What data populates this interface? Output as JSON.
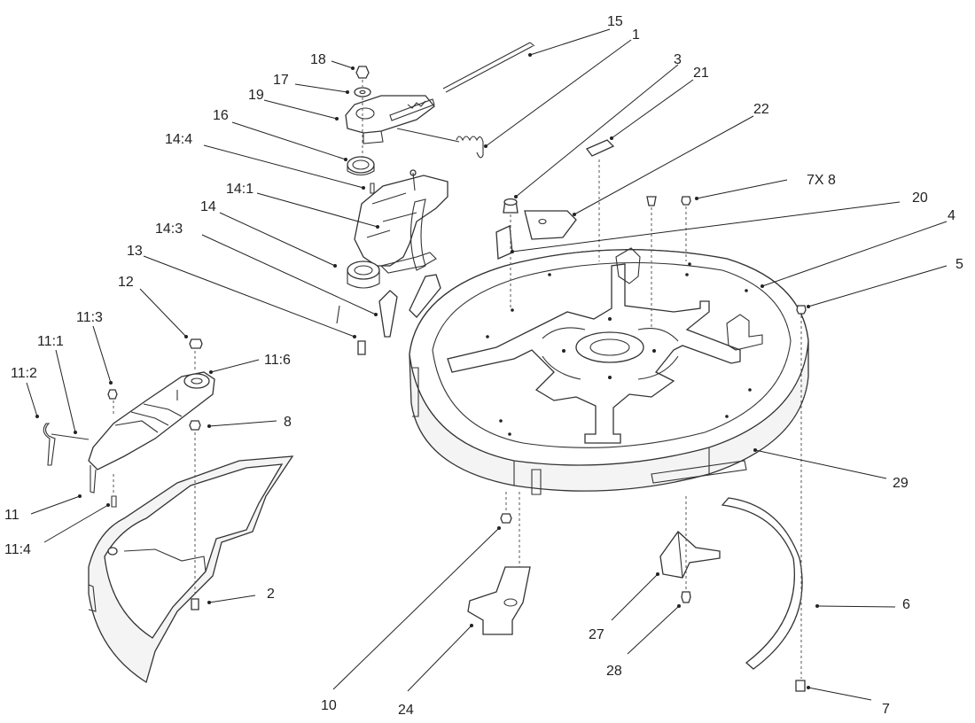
{
  "callouts": {
    "c15": "15",
    "c1": "1",
    "c3": "3",
    "c21": "21",
    "c22": "22",
    "c18": "18",
    "c17": "17",
    "c19": "19",
    "c16": "16",
    "c14_4": "14:4",
    "c14_1": "14:1",
    "c14": "14",
    "c14_3": "14:3",
    "c13": "13",
    "c12": "12",
    "c11_3": "11:3",
    "c11_1": "11:1",
    "c11_2": "11:2",
    "c11_6": "11:6",
    "c8": "8",
    "c11": "11",
    "c11_4": "11:4",
    "c2": "2",
    "c7x8": "7X 8",
    "c20": "20",
    "c4": "4",
    "c5": "5",
    "c29": "29",
    "c6": "6",
    "c7": "7",
    "c27": "27",
    "c28": "28",
    "c10": "10",
    "c24": "24"
  },
  "colors": {
    "ink": "#333333",
    "paper": "#ffffff",
    "fill": "#f4f4f4"
  }
}
